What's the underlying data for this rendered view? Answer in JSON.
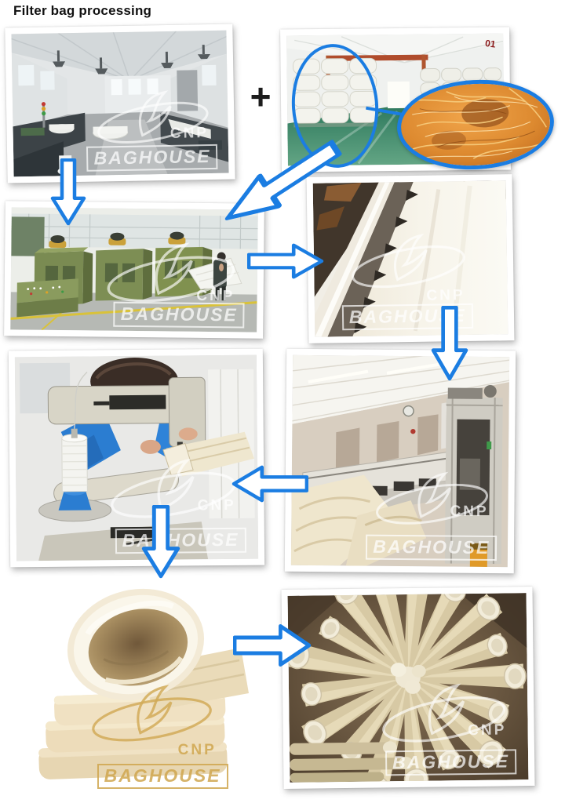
{
  "page": {
    "title": "Filter bag processing"
  },
  "operators": {
    "plus": "+"
  },
  "watermark": {
    "line1": "CNP",
    "line2": "BAGHOUSE"
  },
  "photo_marks": {
    "warehouse_corner": "01"
  },
  "flow": {
    "steps": [
      {
        "name": "weaving-workshop",
        "scene": "weaving looms workshop with fabric rolls"
      },
      {
        "name": "fiber-bale-warehouse",
        "scene": "stacked white fiber bales in warehouse",
        "corner_mark": "01",
        "callout": "magnified golden fiber close-up"
      },
      {
        "name": "needle-punching-line",
        "scene": "green needle punching machine line with operator"
      },
      {
        "name": "needle-felt-roll",
        "scene": "white needle felt fabric roll"
      },
      {
        "name": "bag-sewing",
        "scene": "worker sewing filter bag on industrial sewing machine"
      },
      {
        "name": "bag-production-line",
        "scene": "automatic filter bag production line with sewn bags"
      },
      {
        "name": "finished-filter-bags",
        "scene": "folded finished filter bags with open cuff"
      },
      {
        "name": "packed-filter-bags",
        "scene": "fanned bundle of finished filter bags"
      }
    ],
    "arrows": [
      {
        "from": "weaving-workshop",
        "to": "needle-punching-line",
        "direction": "down"
      },
      {
        "from": "fiber-bale-warehouse",
        "to": "needle-punching-line",
        "direction": "down-left"
      },
      {
        "from": "needle-punching-line",
        "to": "needle-felt-roll",
        "direction": "right"
      },
      {
        "from": "needle-felt-roll",
        "to": "bag-production-line",
        "direction": "down"
      },
      {
        "from": "bag-production-line",
        "to": "bag-sewing",
        "direction": "left"
      },
      {
        "from": "bag-sewing",
        "to": "finished-filter-bags",
        "direction": "down"
      },
      {
        "from": "finished-filter-bags",
        "to": "packed-filter-bags",
        "direction": "right"
      }
    ]
  },
  "colors": {
    "arrow": "#1b7de2",
    "plus": "#1c1c1c",
    "title": "#111111",
    "watermark_light": "rgba(255,255,255,0.72)",
    "watermark_gold": "rgba(207,166,77,0.85)",
    "corner_mark": "#8b1a1a"
  }
}
